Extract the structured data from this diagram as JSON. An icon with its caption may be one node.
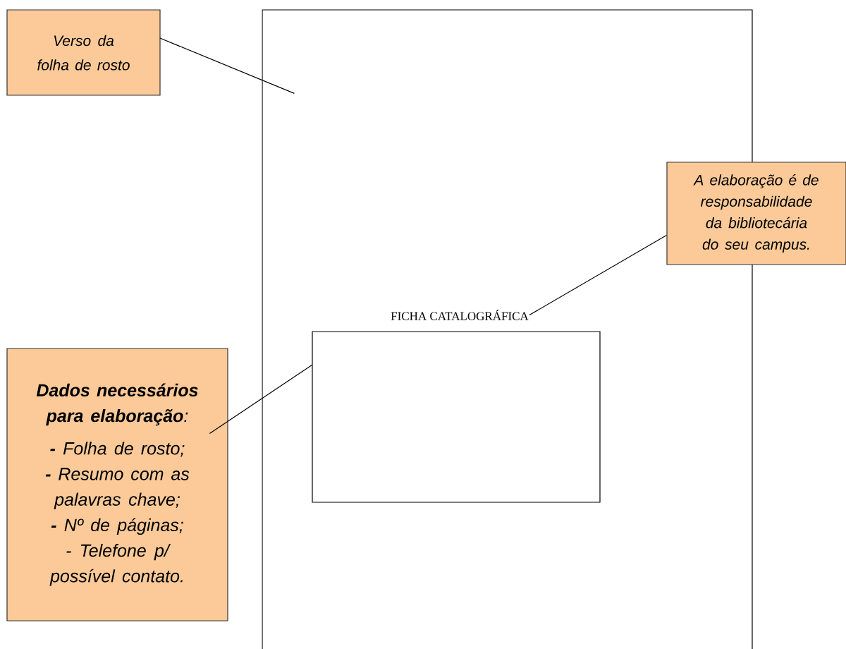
{
  "diagram": {
    "nodes": [
      {
        "text": [],
        "shape": "box"
      },
      {
        "text": [
          "Verso da folha de rosto"
        ]
      },
      {
        "text": [
          "A elaboração é de responsabilidade da bibliotecária do seu campus."
        ]
      },
      {
        "text": [
          "FICHA CATALOGRÁFICA"
        ],
        "in": 0
      },
      {
        "text": [],
        "shape": "box",
        "in": 0
      },
      {
        "text": [
          "**Dados necessários para elaboração**:",
          "**-** Folha de rosto;",
          "**-** Resumo com as palavras chave;",
          "**-** Nº de páginas;",
          "- Telefone p/ possível contato."
        ]
      }
    ],
    "edges": [
      {
        "from": 1,
        "to": 0,
        "arrow": "none"
      },
      {
        "from": 2,
        "to": 3,
        "arrow": "none"
      },
      {
        "from": 5,
        "to": 4,
        "arrow": "none"
      }
    ]
  }
}
